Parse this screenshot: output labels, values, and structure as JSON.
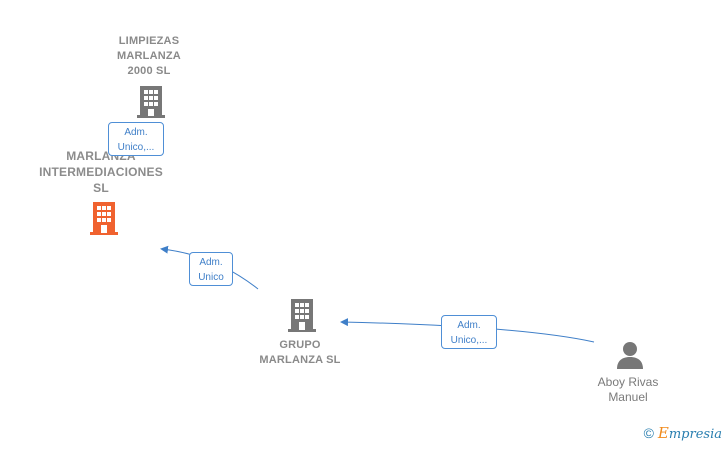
{
  "nodes": {
    "limpiezas": {
      "lines": [
        "LIMPIEZAS",
        "MARLANZA",
        "2000  SL"
      ],
      "icon": "building-icon",
      "color": "#777777"
    },
    "intermediaciones": {
      "lines": [
        "MARLANZA",
        "INTERMEDIACIONES",
        "SL"
      ],
      "icon": "building-icon",
      "color": "#f0622f"
    },
    "grupo": {
      "lines": [
        "GRUPO",
        "MARLANZA  SL"
      ],
      "icon": "building-icon",
      "color": "#777777"
    },
    "aboy": {
      "lines": [
        "Aboy Rivas",
        "Manuel"
      ],
      "icon": "person-icon",
      "color": "#777777"
    }
  },
  "relations": [
    {
      "id": "rel-limpiezas",
      "lines": [
        "Adm.",
        "Unico,..."
      ]
    },
    {
      "id": "rel-grupo-inter",
      "lines": [
        "Adm.",
        "Unico"
      ]
    },
    {
      "id": "rel-aboy-grupo",
      "lines": [
        "Adm.",
        "Unico,..."
      ]
    }
  ],
  "colors": {
    "edge": "#3f7fc8",
    "accent": "#f0622f"
  },
  "watermark": {
    "copyright": "©",
    "brand_first": "E",
    "brand_rest": "mpresia"
  }
}
